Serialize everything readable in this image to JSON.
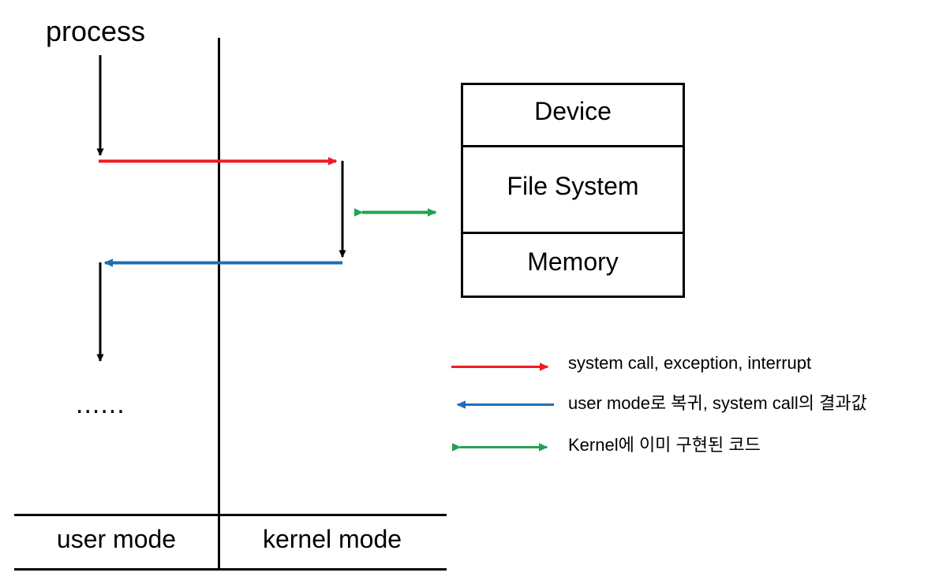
{
  "diagram": {
    "title_label": "process",
    "ellipsis": "......",
    "mode_labels": {
      "user": "user mode",
      "kernel": "kernel mode"
    },
    "kernel_subsystems": [
      {
        "label": "Device"
      },
      {
        "label": "File System"
      },
      {
        "label": "Memory"
      }
    ],
    "legend": [
      {
        "label": "system call, exception, interrupt",
        "color": "#ED1C24",
        "direction": "right",
        "icon": "arrow-right-icon"
      },
      {
        "label": "user mode로 복귀, system call의 결과값",
        "color": "#1F6FB5",
        "direction": "left",
        "icon": "arrow-left-icon"
      },
      {
        "label": "Kernel에 이미 구현된 코드",
        "color": "#22A253",
        "direction": "both",
        "icon": "arrow-both-icon"
      }
    ],
    "colors": {
      "red": "#ED1C24",
      "blue": "#1F6FB5",
      "green": "#22A253",
      "black": "#000000",
      "background": "#FFFFFF"
    }
  }
}
